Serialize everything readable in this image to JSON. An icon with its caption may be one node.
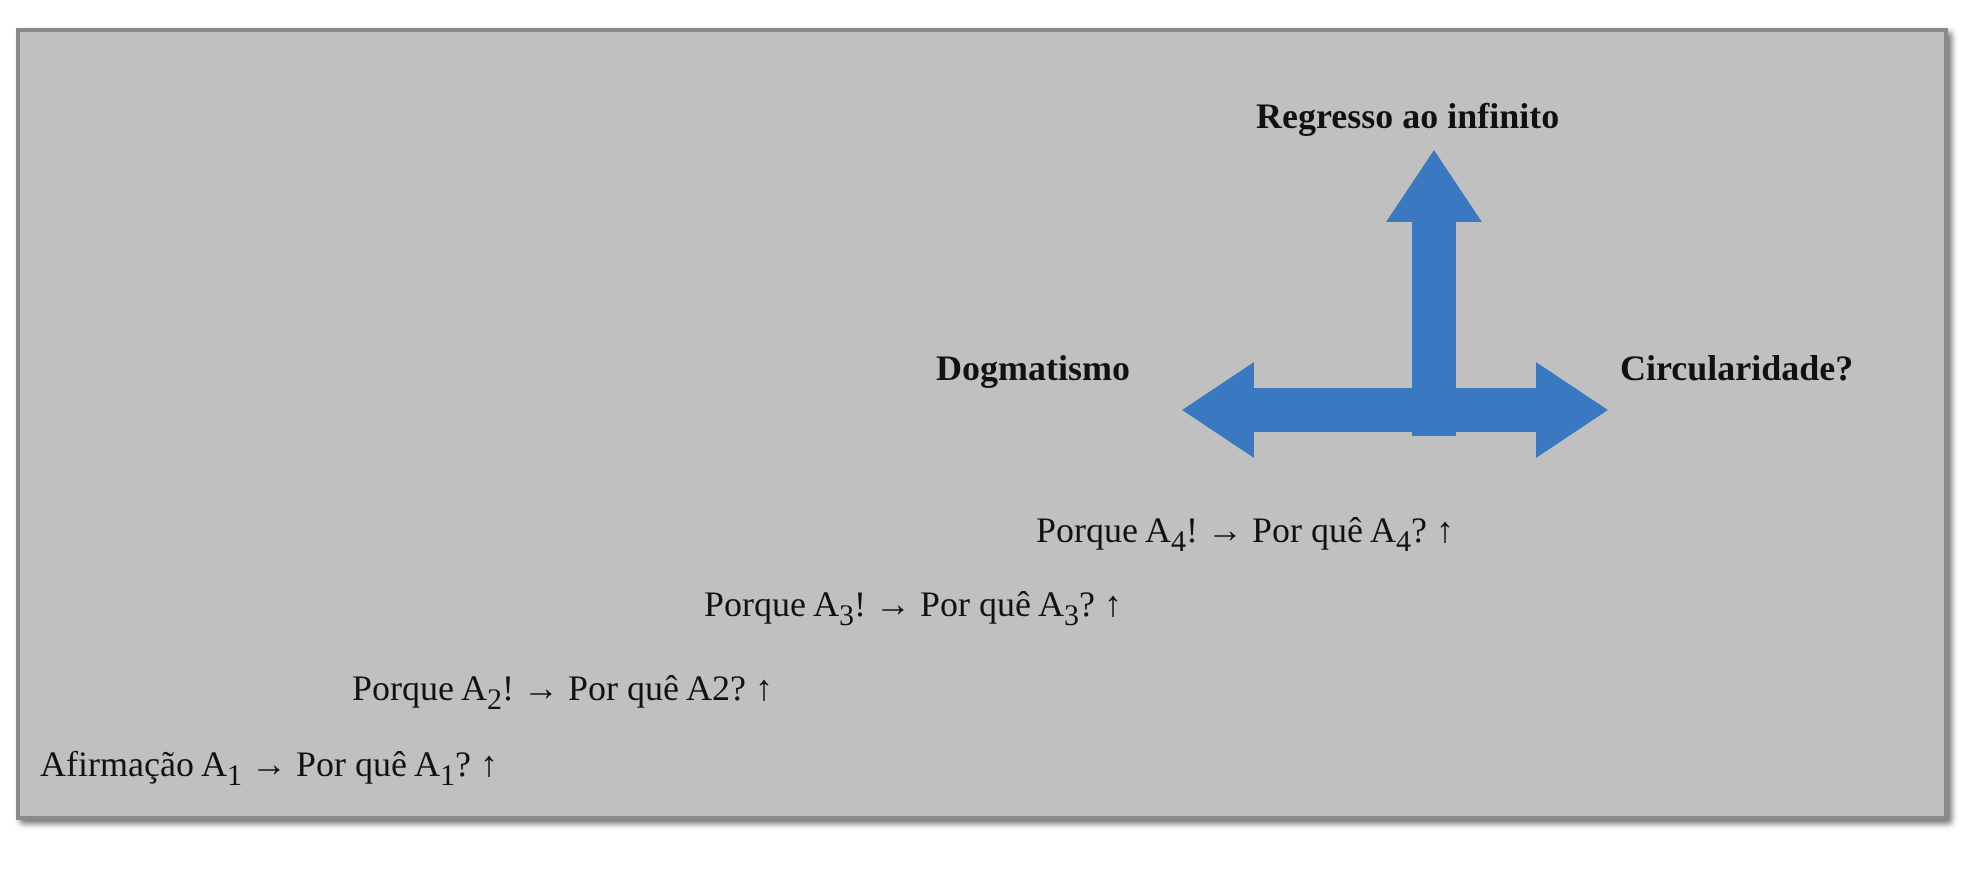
{
  "diagram": {
    "nodes": [
      {
        "text": [
          "Regresso ao infinito"
        ]
      },
      {
        "text": [
          "Dogmatismo"
        ]
      },
      {
        "text": [
          "Circularidade?"
        ]
      }
    ],
    "edges": [
      {
        "from": null,
        "to": 0,
        "arrow": "to"
      },
      {
        "from": null,
        "to": 1,
        "arrow": "to"
      },
      {
        "from": null,
        "to": 2,
        "arrow": "to"
      }
    ],
    "labels": [
      "Porque A$_{4}$! → Por quê A$_{4}$? ↑",
      "Porque A$_{3}$! → Por quê A$_{3}$? ↑",
      "Porque A$_{2}$! → Por quê A2? ↑",
      "Afirmação A$_{1}$ → Por quê A$_{1}$? ↑"
    ]
  }
}
